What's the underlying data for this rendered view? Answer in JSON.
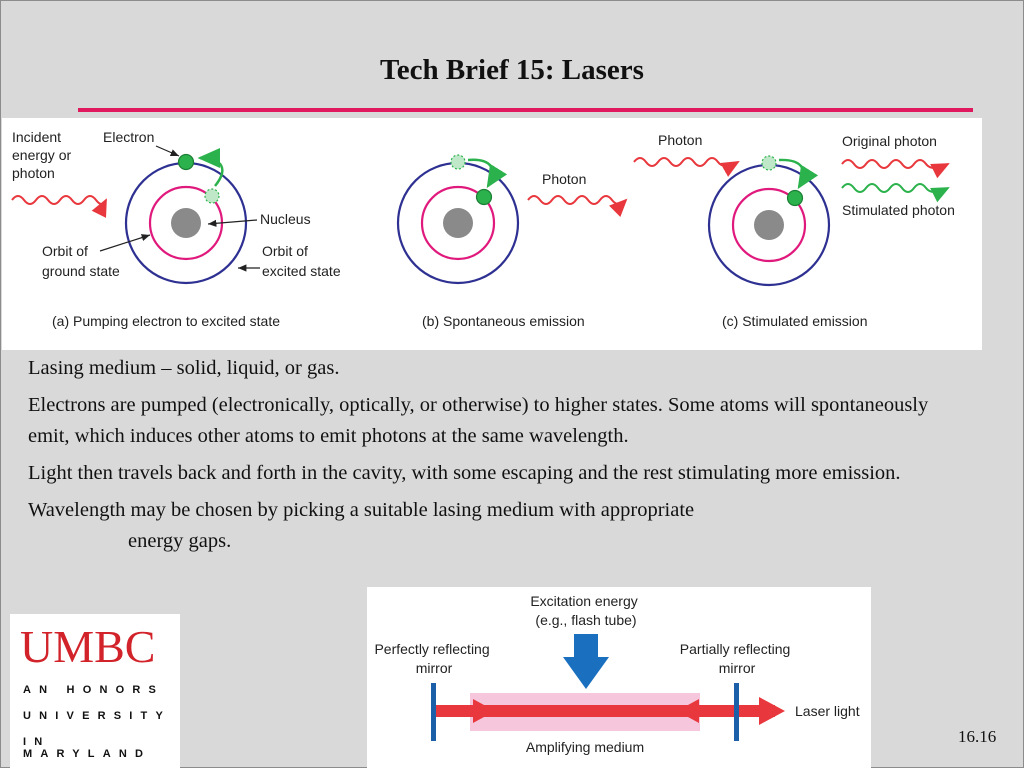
{
  "slide": {
    "title": "Tech Brief 15: Lasers",
    "number": "16.16"
  },
  "colors": {
    "accent_rule": "#e0195e",
    "photon_red": "#e8383d",
    "photon_green": "#2bb24c",
    "electron_green": "#2bb24c",
    "orbit_blue": "#2e3192",
    "orbit_magenta": "#e0197d",
    "nucleus_gray": "#8a8a8a",
    "mirror_blue": "#1a5fa8",
    "medium_pink": "#f6c6dc",
    "logo_red": "#d2232a"
  },
  "atom_figure": {
    "panel_a": {
      "label_incident": [
        "Incident",
        "energy or",
        "photon"
      ],
      "label_electron": "Electron",
      "label_nucleus": "Nucleus",
      "label_ground_orbit": [
        "Orbit of",
        "ground state"
      ],
      "label_excited_orbit": [
        "Orbit of",
        "excited state"
      ],
      "caption": "(a)  Pumping electron to excited state"
    },
    "panel_b": {
      "label_photon": "Photon",
      "caption": "(b)  Spontaneous emission"
    },
    "panel_c": {
      "label_photon": "Photon",
      "label_original": "Original photon",
      "label_stimulated": "Stimulated photon",
      "caption": "(c)  Stimulated emission"
    }
  },
  "body": {
    "paragraphs": [
      "Lasing medium – solid, liquid, or gas.",
      "Electrons are pumped (electronically, optically, or otherwise) to higher states. Some atoms will spontaneously emit, which induces other atoms to emit photons at the same wavelength.",
      "Light then travels back and forth in the cavity, with some escaping and the rest stimulating more emission."
    ],
    "last_paragraph_line1": "Wavelength may be chosen by picking a suitable lasing medium with appropriate",
    "last_paragraph_line2": "energy gaps."
  },
  "cavity_figure": {
    "label_excitation": [
      "Excitation energy",
      "(e.g., flash tube)"
    ],
    "label_left_mirror": [
      "Perfectly reflecting",
      "mirror"
    ],
    "label_right_mirror": [
      "Partially reflecting",
      "mirror"
    ],
    "label_laser_light": "Laser light",
    "label_medium": "Amplifying medium"
  },
  "logo": {
    "wordmark": "UMBC",
    "lines": [
      "AN HONORS",
      "UNIVERSITY",
      "IN MARYLAND"
    ]
  }
}
